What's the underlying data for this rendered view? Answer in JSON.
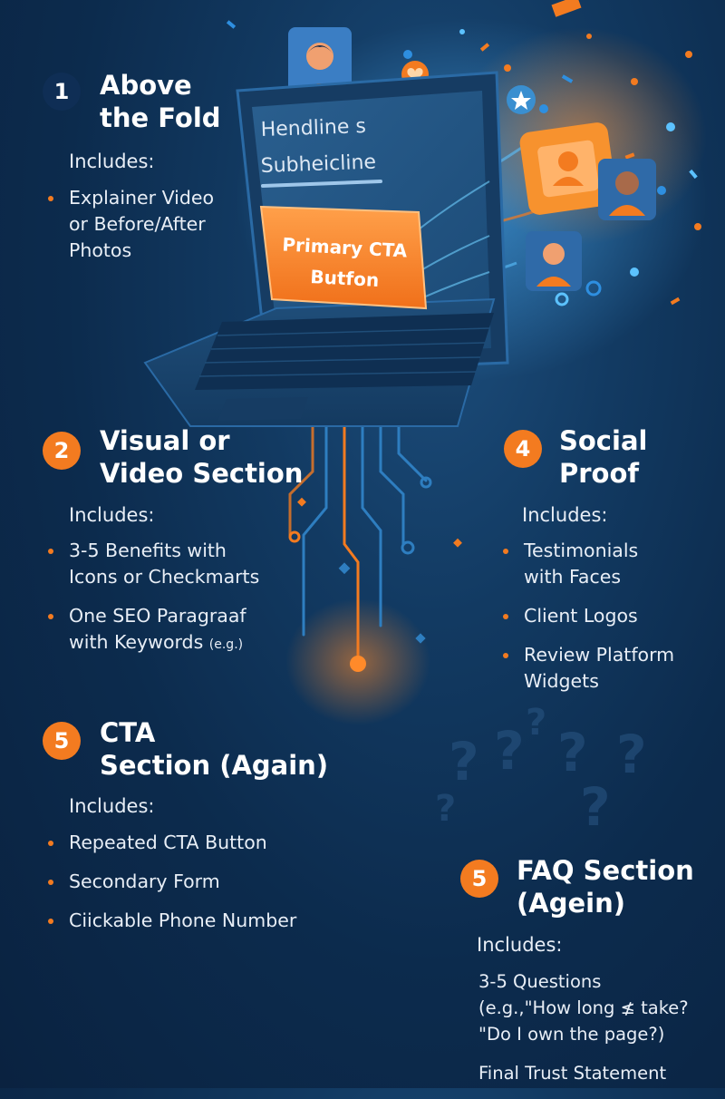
{
  "sections": [
    {
      "number": "1",
      "title_lines": [
        "Above",
        "the Fold"
      ],
      "includes": "Includes:",
      "items": [
        {
          "lines": [
            "Explainer Video",
            "or Before/After",
            "Photos"
          ]
        }
      ]
    },
    {
      "number": "2",
      "title_lines": [
        "Visual or",
        "Video Section"
      ],
      "includes": "Includes:",
      "items": [
        {
          "lines": [
            "3-5 Benefits with",
            "Icons or Checkmarts"
          ]
        },
        {
          "lines": [
            "One SEO Paragraaf",
            "with Keywords"
          ],
          "suffix": "(e.g.)"
        }
      ]
    },
    {
      "number": "4",
      "title_lines": [
        "Social",
        "Proof"
      ],
      "includes": "Includes:",
      "items": [
        {
          "lines": [
            "Testimonials",
            "with Faces"
          ]
        },
        {
          "lines": [
            "Client Logos"
          ]
        },
        {
          "lines": [
            "Review Platform",
            "Widgets"
          ]
        }
      ]
    },
    {
      "number": "5",
      "title_lines": [
        "CTA",
        "Section (Again)"
      ],
      "includes": "Includes:",
      "items": [
        {
          "lines": [
            "Repeated CTA Button"
          ]
        },
        {
          "lines": [
            "Secondary Form"
          ]
        },
        {
          "lines": [
            "Ciickable Phone Number"
          ]
        }
      ]
    },
    {
      "number": "5",
      "title_lines": [
        "FAQ Section",
        "(Agein)"
      ],
      "includes": "Includes:",
      "items": [
        {
          "lines": [
            "3-5 Questions",
            "(e.g.,\"How long ≰ take?",
            "\"Do I own the page?)"
          ]
        },
        {
          "lines": [
            "Final Trust Statement"
          ]
        }
      ]
    }
  ],
  "laptop_screen": {
    "headline": "Hendline s",
    "subheadline": "Subheicline",
    "cta_lines": [
      "Primary CTA",
      "Butfon"
    ]
  },
  "question_marks": [
    "?",
    "?",
    "?",
    "?",
    "?",
    "?",
    "?"
  ],
  "colors": {
    "background": "#0c2b4d",
    "accent_orange": "#f37b20",
    "badge_navy": "#0f2e55",
    "screen_blue": "#3a8fd0",
    "text": "#ffffff"
  },
  "icons": [
    "person-avatar-icon",
    "star-icon",
    "heart-icon",
    "circuit-lines",
    "question-mark-icon"
  ]
}
